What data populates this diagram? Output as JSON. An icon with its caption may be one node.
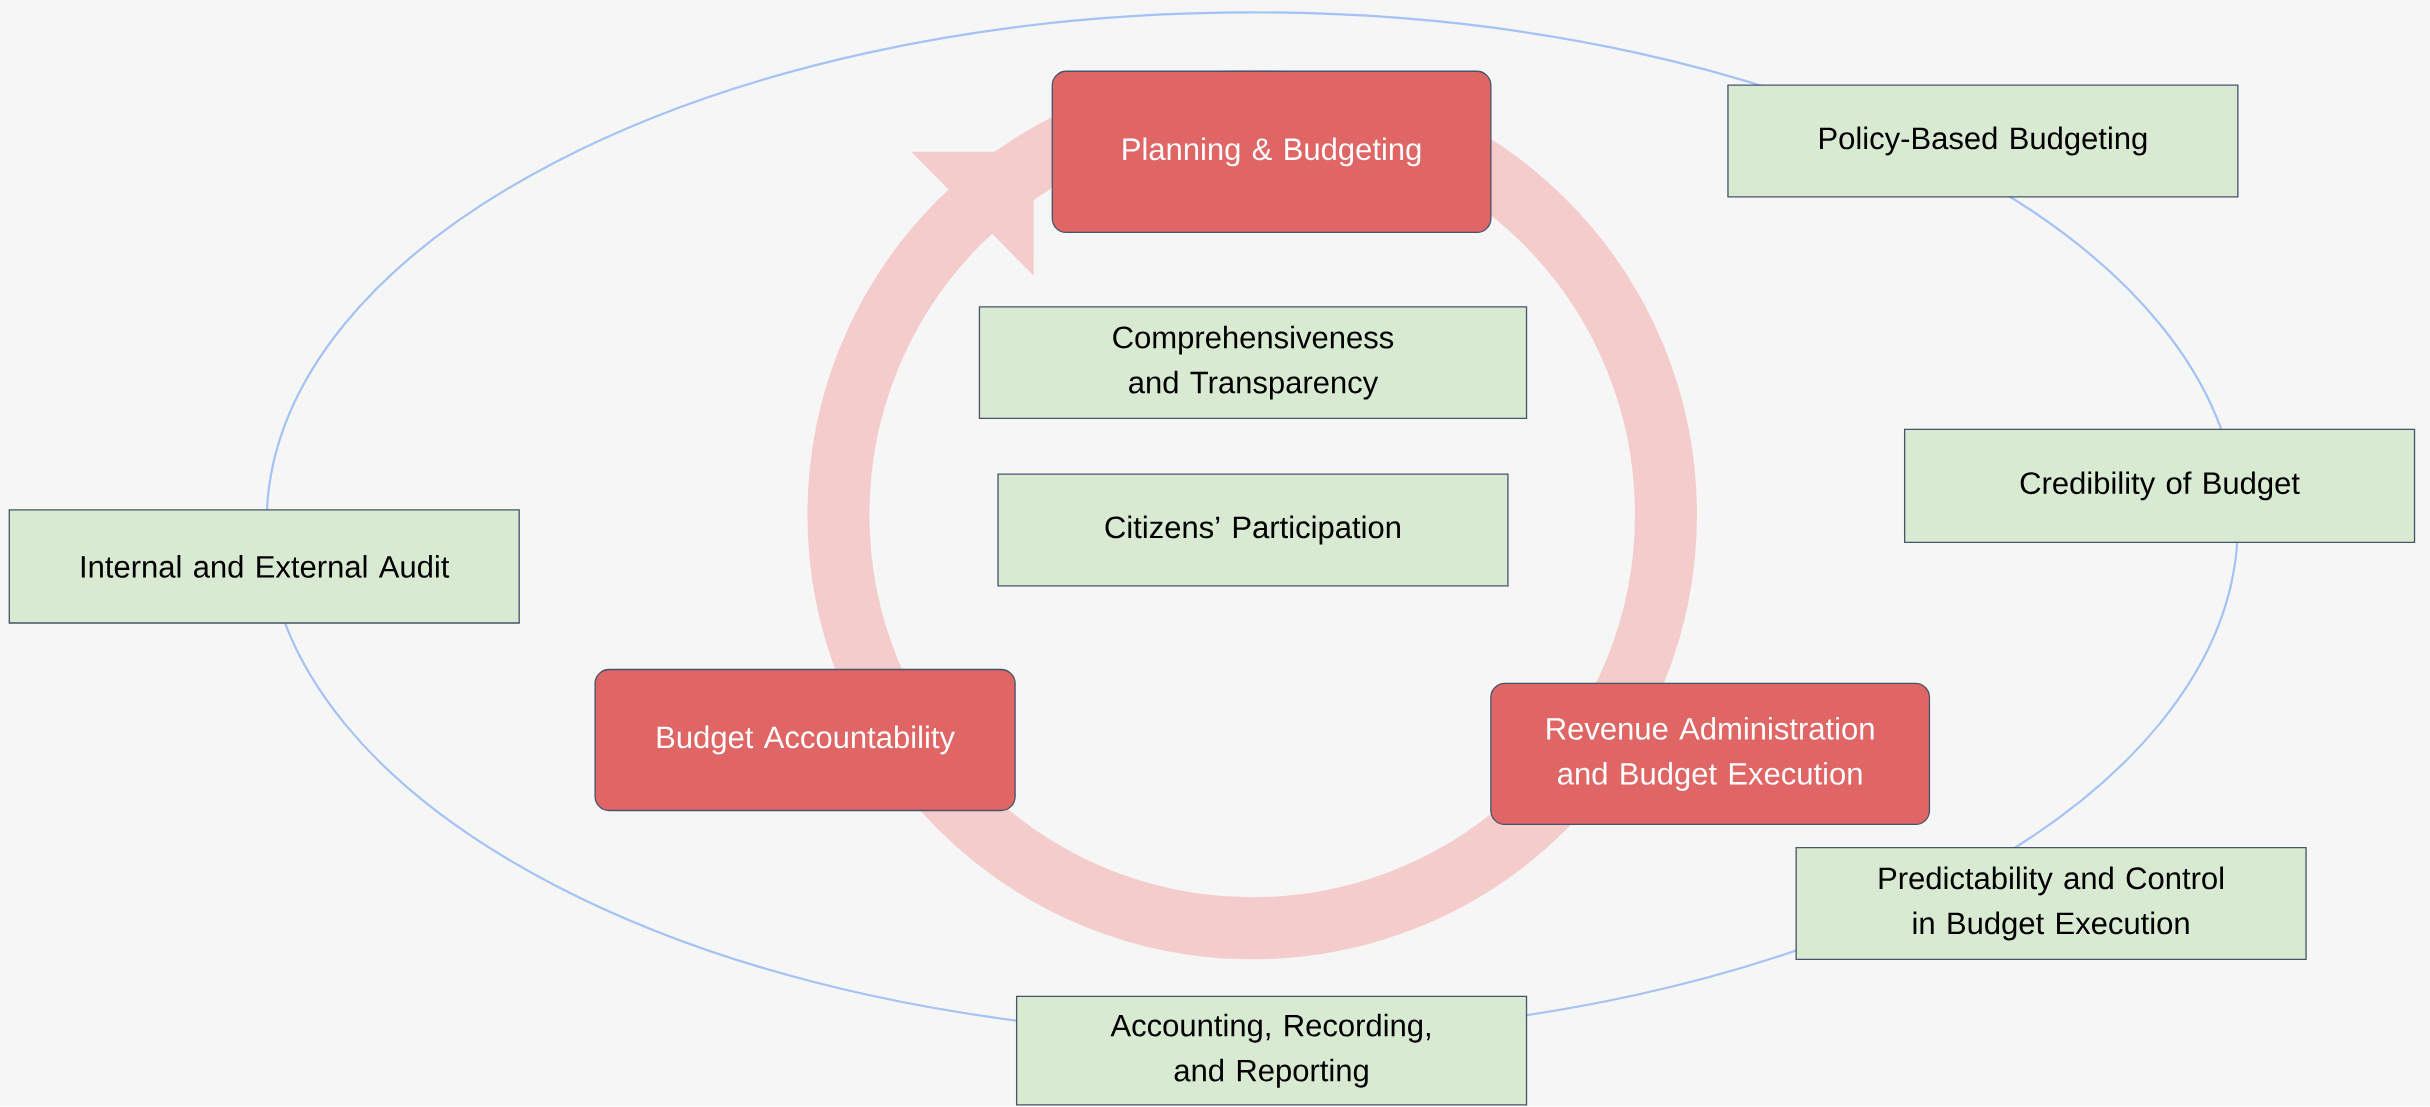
{
  "diagram": {
    "nodes": [
      {
        "text": [
          "Planning & Budgeting"
        ]
      },
      {
        "text": [
          "Policy-Based Budgeting"
        ]
      },
      {
        "text": [
          "Comprehensiveness and Transparency"
        ]
      },
      {
        "text": [
          "Credibility of Budget"
        ]
      },
      {
        "text": [
          "Citizens’ Participation"
        ]
      },
      {
        "text": [
          "Internal and External Audit"
        ]
      },
      {
        "text": [
          "Budget Accountability"
        ]
      },
      {
        "text": [
          "Revenue Administration and Budget Execution"
        ]
      },
      {
        "text": [
          "Predictability and Control in Budget Execution"
        ]
      },
      {
        "text": [
          "Accounting, Recording, and Reporting"
        ]
      }
    ]
  }
}
